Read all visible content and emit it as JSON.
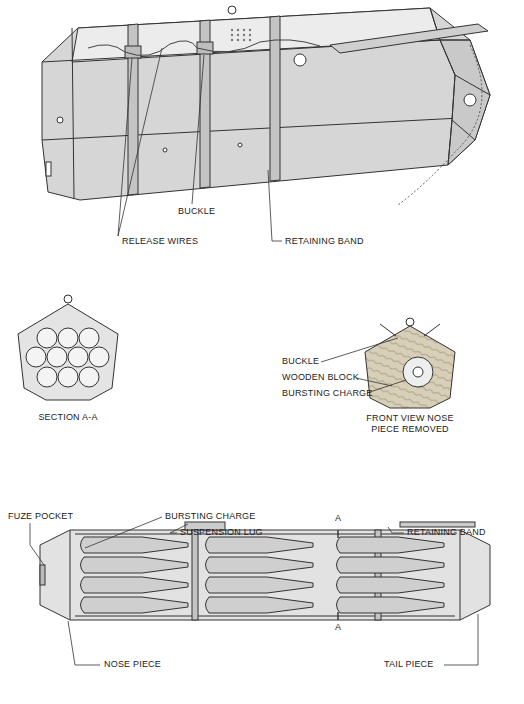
{
  "diagram": {
    "labels": [
      "BUCKLE",
      "RELEASE WIRES",
      "RETAINING BAND",
      "SECTION A-A",
      "BUCKLE",
      "WOODEN BLOCK",
      "BURSTING CHARGE",
      "FRONT VIEW NOSE PIECE REMOVED",
      "FUZE POCKET",
      "BURSTING CHARGE",
      "SUSPENSION LUG",
      "RETAINING BAND",
      "A",
      "A",
      "NOSE PIECE",
      "TAIL PIECE"
    ]
  }
}
